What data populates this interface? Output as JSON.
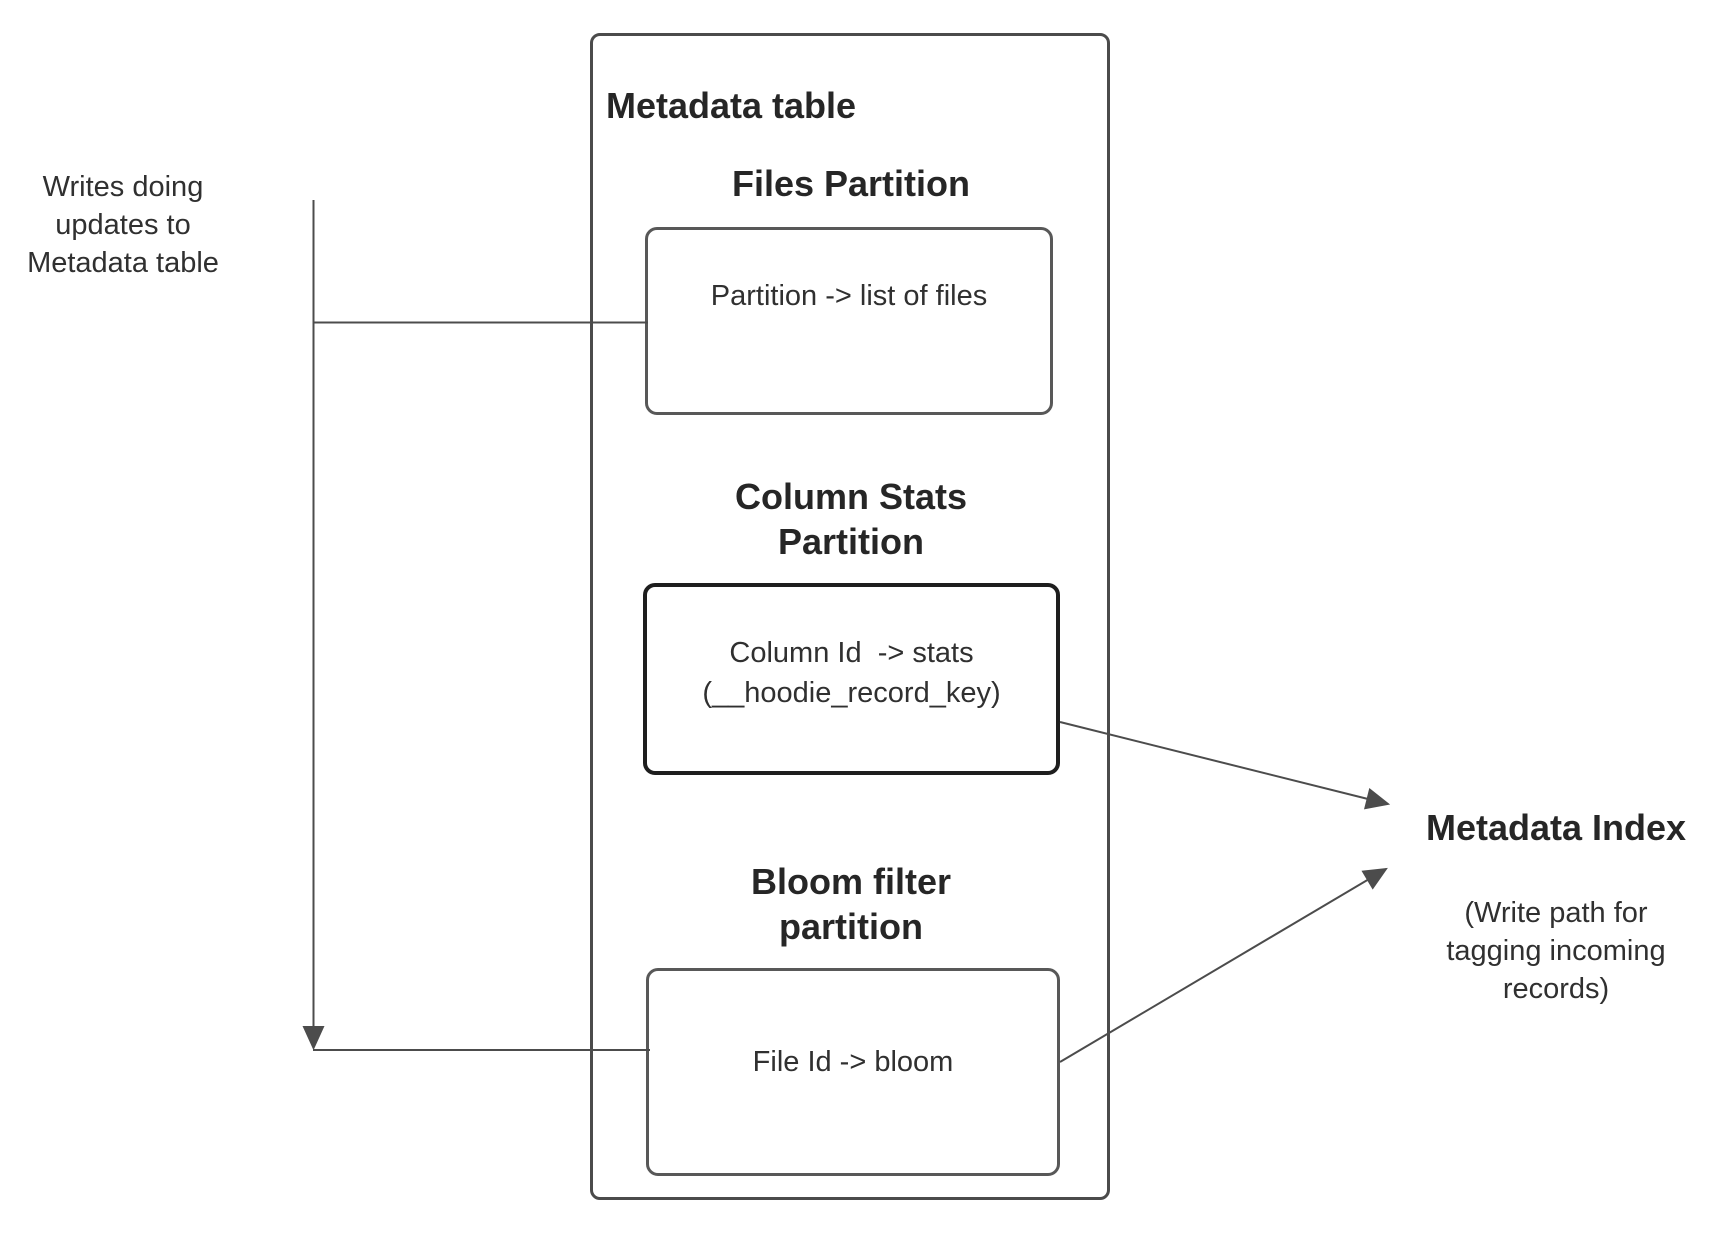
{
  "colors": {
    "line": "#4c4c4c",
    "arrowhead": "#4c4c4c",
    "outer_border": "#4b4b4b",
    "box_border": "#585858",
    "stats_box_border": "#1e1e1e",
    "heading_text": "#262626",
    "body_text": "#303030",
    "background": "#ffffff"
  },
  "annotation_left": {
    "text": "Writes doing\nupdates to\nMetadata table"
  },
  "metadata_table": {
    "title": "Metadata table",
    "files_partition": {
      "heading": "Files Partition",
      "box_text": "Partition -> list of files"
    },
    "column_stats_partition": {
      "heading": "Column Stats\nPartition",
      "box_text": "Column Id  -> stats\n(__hoodie_record_key)"
    },
    "bloom_filter_partition": {
      "heading": "Bloom filter\npartition",
      "box_text": "File Id -> bloom"
    }
  },
  "metadata_index": {
    "title": "Metadata Index",
    "subtitle": "(Write path for\ntagging incoming\nrecords)"
  }
}
